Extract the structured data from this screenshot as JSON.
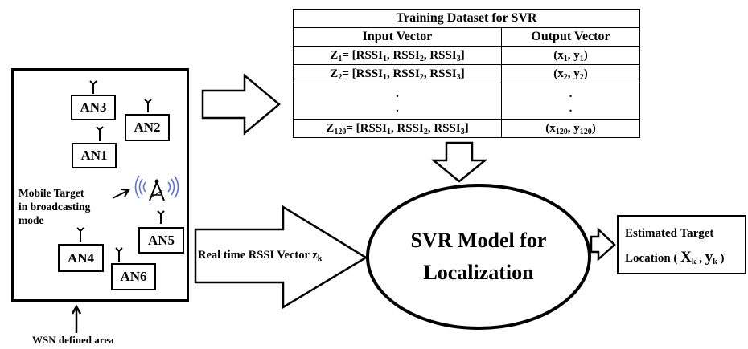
{
  "wsn": {
    "nodes": [
      "AN3",
      "AN2",
      "AN1",
      "AN5",
      "AN4",
      "AN6"
    ],
    "target_label_lines": [
      "Mobile Target",
      "in broadcasting",
      "mode"
    ],
    "area_caption": "WSN defined area"
  },
  "table": {
    "title": "Training Dataset for SVR",
    "col_input": "Input Vector",
    "col_output": "Output Vector",
    "rows": [
      {
        "z": "Z",
        "zsub": "1",
        "x": "x",
        "xsub": "1",
        "y": "y",
        "ysub": "1"
      },
      {
        "z": "Z",
        "zsub": "2",
        "x": "x",
        "xsub": "2",
        "y": "y",
        "ysub": "2"
      },
      {
        "z": "Z",
        "zsub": "120",
        "x": "x",
        "xsub": "120",
        "y": "y",
        "ysub": "120"
      }
    ],
    "rssi": "RSSI",
    "rssi_subs": [
      "1",
      "2",
      "3"
    ],
    "ellipsis": "."
  },
  "input_arrow": {
    "label": "Real time RSSI Vector z",
    "label_sub": "k"
  },
  "svr": {
    "line1": "SVR Model for",
    "line2": "Localization"
  },
  "output": {
    "line1": "Estimated Target",
    "line2_prefix": "Location (",
    "x": "X",
    "x_sub": "k",
    "comma": ",",
    "y": "y",
    "y_sub": "k",
    "close": ")"
  }
}
